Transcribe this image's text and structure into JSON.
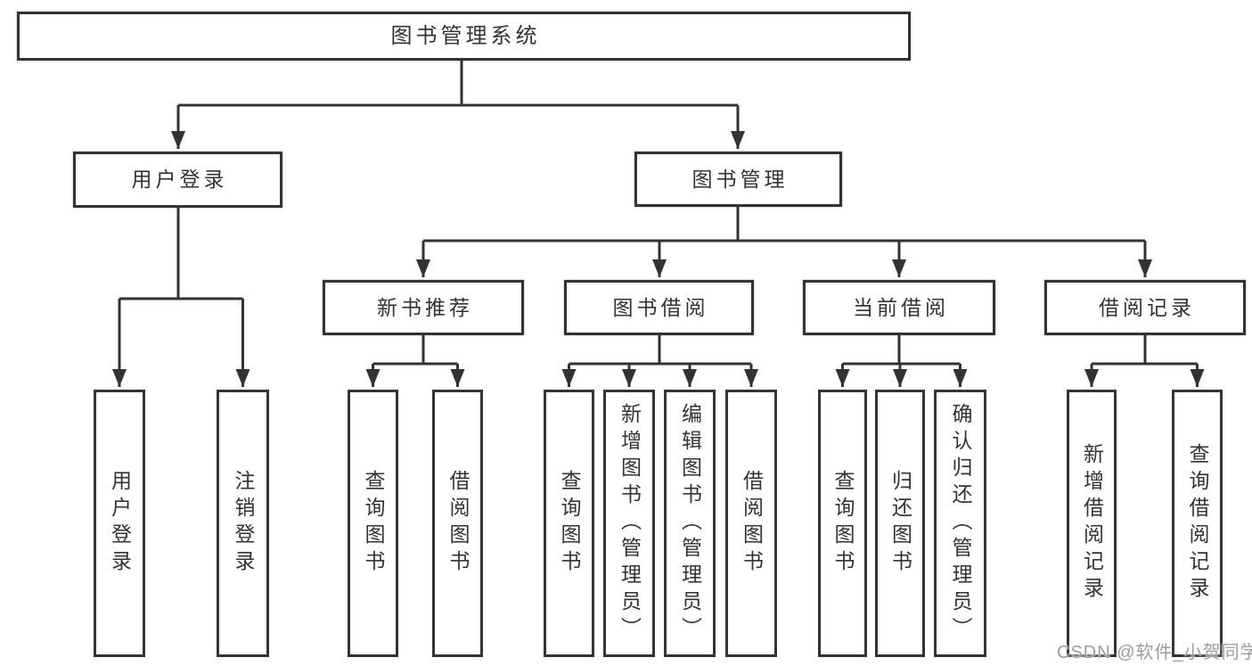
{
  "tree": {
    "root": "图书管理系统",
    "children": [
      {
        "label": "用户登录",
        "children": [
          {
            "label": "用户登录"
          },
          {
            "label": "注销登录"
          }
        ]
      },
      {
        "label": "图书管理",
        "children": [
          {
            "label": "新书推荐",
            "children": [
              {
                "label": "查询图书"
              },
              {
                "label": "借阅图书"
              }
            ]
          },
          {
            "label": "图书借阅",
            "children": [
              {
                "label": "查询图书"
              },
              {
                "label": "新增图书（管理员）"
              },
              {
                "label": "编辑图书（管理员）"
              },
              {
                "label": "借阅图书"
              }
            ]
          },
          {
            "label": "当前借阅",
            "children": [
              {
                "label": "查询图书"
              },
              {
                "label": "归还图书"
              },
              {
                "label": "确认归还（管理员）"
              }
            ]
          },
          {
            "label": "借阅记录",
            "children": [
              {
                "label": "新增借阅记录"
              },
              {
                "label": "查询借阅记录"
              }
            ]
          }
        ]
      }
    ]
  },
  "watermark": "CSDN @软件_小贺同学",
  "colors": {
    "line": "#333333",
    "box_border": "#333333",
    "text": "#333333",
    "watermark": "#9d9d9d",
    "background": "#ffffff"
  }
}
